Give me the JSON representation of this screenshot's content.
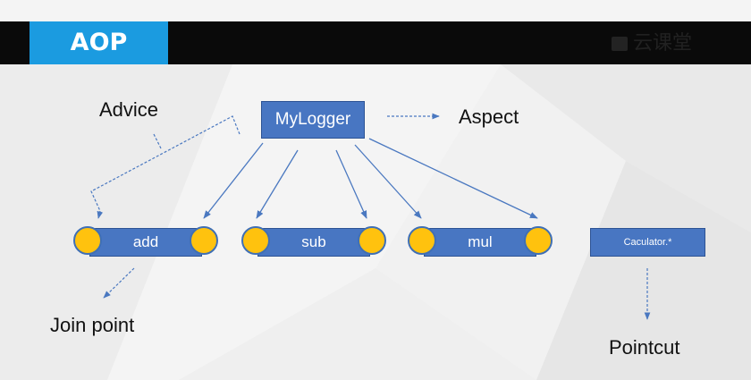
{
  "header": {
    "title": "AOP",
    "watermark": "云课堂"
  },
  "diagram": {
    "aspect_box": "MyLogger",
    "pointcut_box": "Caculator.*",
    "methods": [
      "add",
      "sub",
      "mul"
    ],
    "labels": {
      "advice": "Advice",
      "aspect": "Aspect",
      "join_point": "Join point",
      "pointcut": "Pointcut"
    }
  },
  "colors": {
    "title_tab": "#1b9be0",
    "box_fill": "#4876c2",
    "join_dot": "#ffc20e",
    "arrow": "#4a78c0"
  }
}
